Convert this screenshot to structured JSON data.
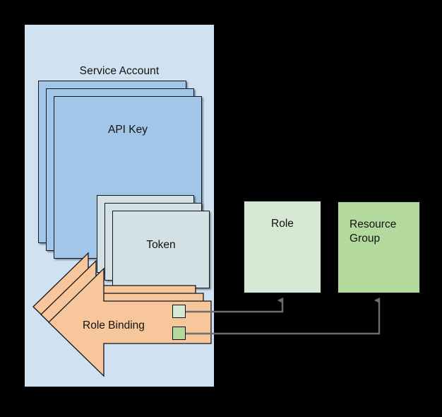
{
  "diagram": {
    "title_visible": false,
    "background_color": "#000000",
    "container": {
      "label": "Service Account",
      "fill": "#d0e2f2"
    },
    "groups": [
      {
        "name": "api-key",
        "label": "API Key",
        "fill": "#a2c6e8",
        "layers": 3
      },
      {
        "name": "token",
        "label": "Token",
        "fill": "#d3e0e4",
        "layers": 3
      },
      {
        "name": "role-binding",
        "label": "Role Binding",
        "fill": "#f7c69b",
        "layers": 3,
        "shape": "left-pointing-arrow"
      }
    ],
    "targets": [
      {
        "name": "role",
        "label": "Role",
        "fill": "#d5e8d4"
      },
      {
        "name": "resource-group",
        "label": "Resource Group",
        "label_line_1": "Resource",
        "label_line_2": "Group",
        "fill": "#b4d99f"
      }
    ],
    "references": [
      {
        "name": "role-ref",
        "fill": "#d5e8d4",
        "points_to": "Role"
      },
      {
        "name": "resource-group-ref",
        "fill": "#b4d99f",
        "points_to": "Resource Group"
      }
    ],
    "connectors": {
      "stroke": "#6d6d6d",
      "arrowhead": "up"
    },
    "stroke_color": "#10161c"
  }
}
